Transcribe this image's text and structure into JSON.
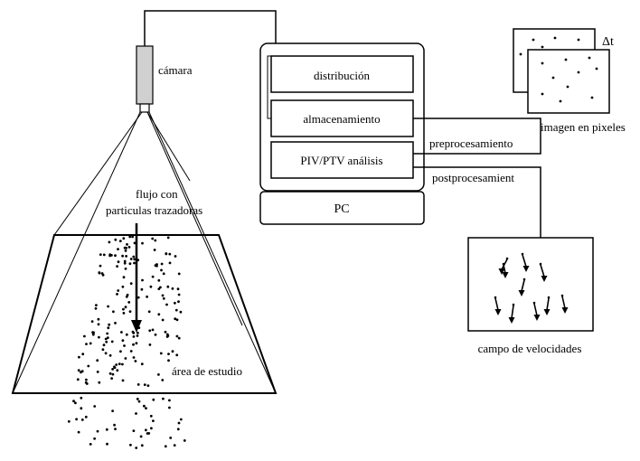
{
  "labels": {
    "camera": "cámara",
    "distribution": "distribución",
    "storage": "almacenamiento",
    "analysis": "PIV/PTV análisis",
    "pc": "PC",
    "delta_t": "Δt",
    "pixel_image": "imagen en pixeles",
    "preprocessing": "preprocesamiento",
    "postprocessing": "postprocesamient",
    "velocity_field": "campo de velocidades",
    "flow_line1": "flujo con",
    "flow_line2": "particulas trazadoras",
    "study_area": "área de estudio"
  },
  "colors": {
    "stroke": "#000000",
    "camera_body": "#d0d0d0",
    "background": "#ffffff"
  }
}
